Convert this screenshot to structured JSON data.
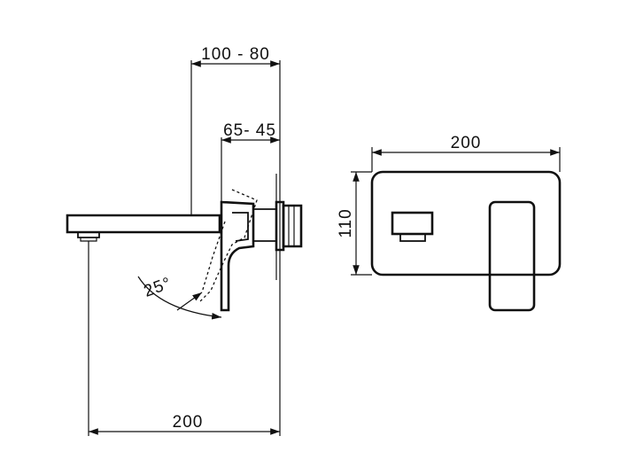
{
  "dimensions": {
    "projection_range": "100 - 80",
    "plate_offset_range": "65- 45",
    "angle": "25°",
    "spout_length": "200",
    "plate_width": "200",
    "plate_height": "110"
  }
}
